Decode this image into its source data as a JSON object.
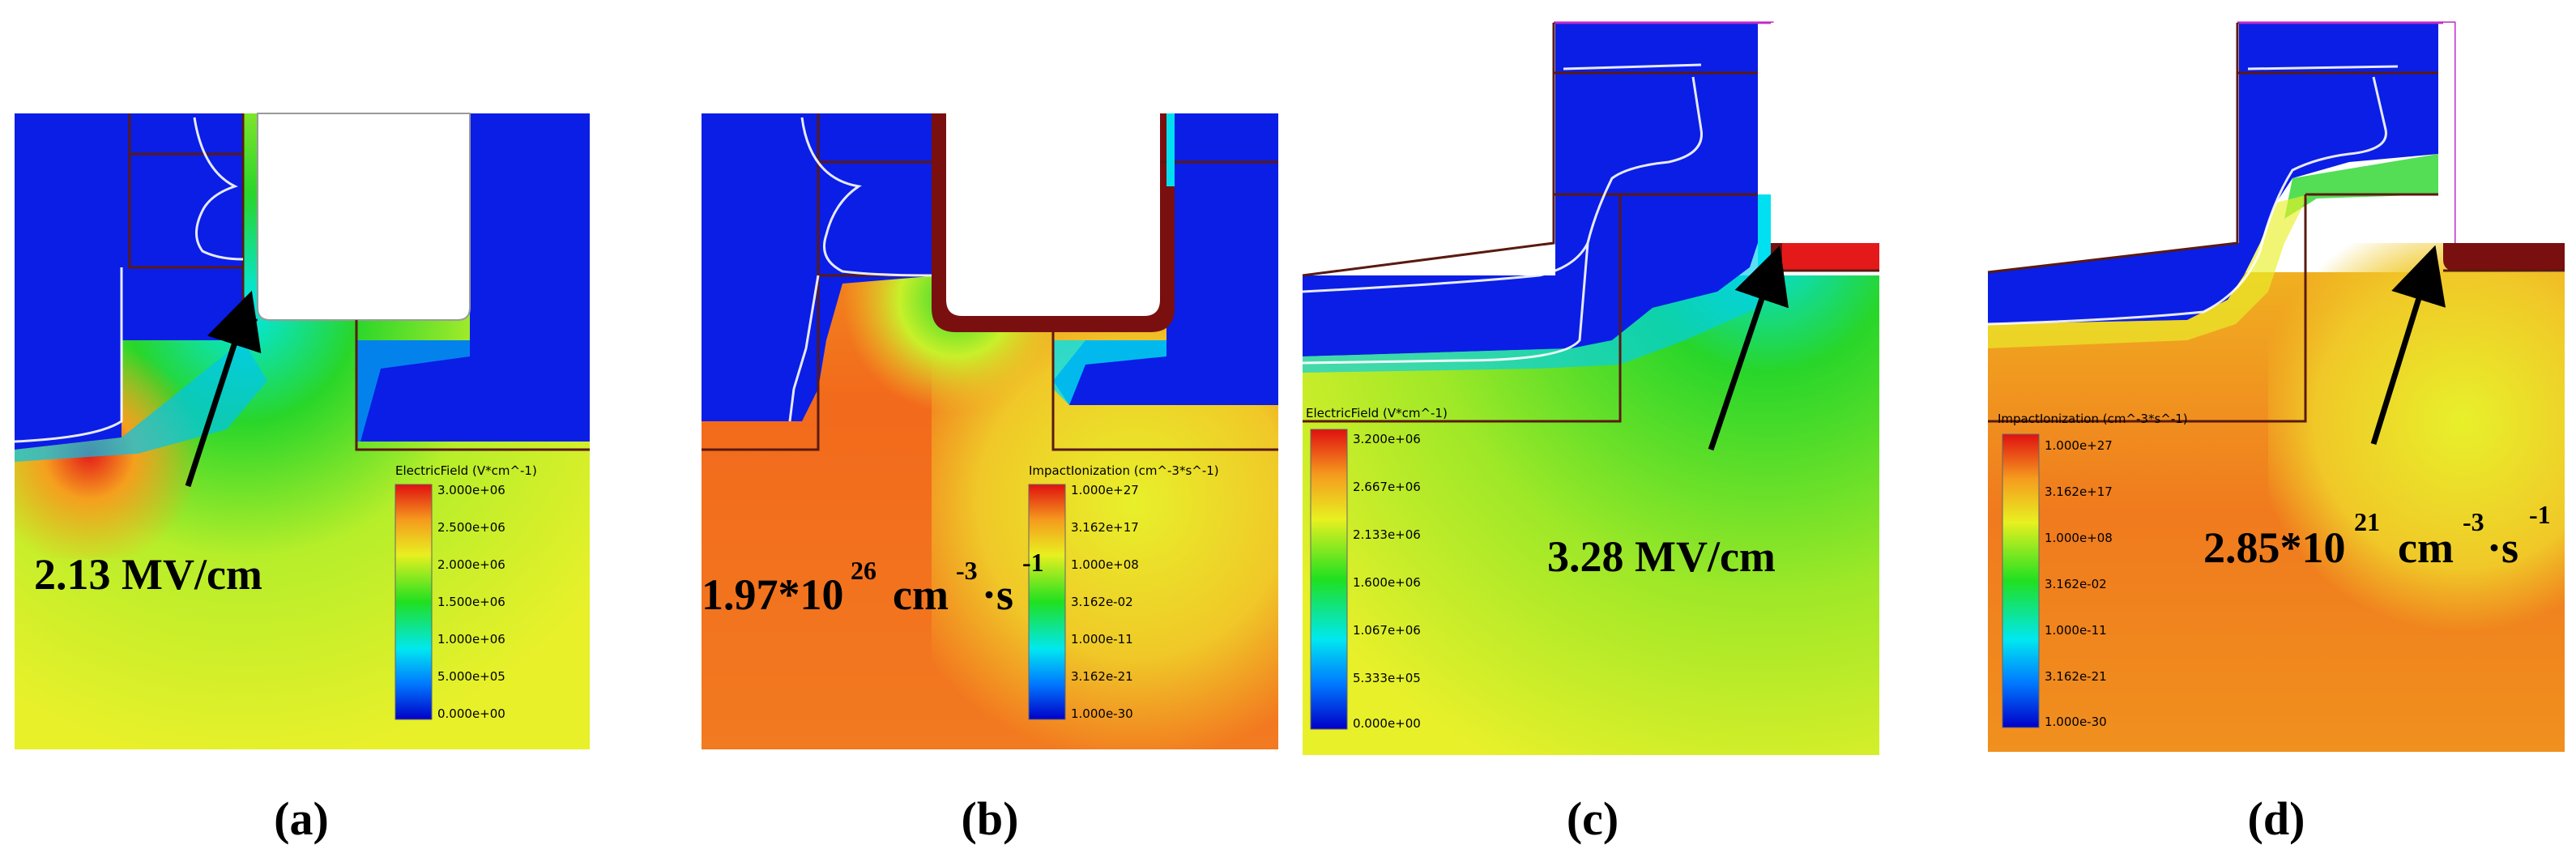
{
  "colors": {
    "blue": "#0a1ee6",
    "cyan": "#00e0f0",
    "green": "#28d62a",
    "yellow": "#e8f02a",
    "orange": "#f59f1e",
    "red_orange": "#f26a1c",
    "red": "#e41a1a",
    "dark_red": "#7a0f0f"
  },
  "panels": [
    {
      "id": "a",
      "caption": "(a)",
      "legend_title": "ElectricField (V*cm^-1)",
      "legend_ticks": [
        "3.000e+06",
        "2.500e+06",
        "2.000e+06",
        "1.500e+06",
        "1.000e+06",
        "5.000e+05",
        "0.000e+00"
      ],
      "annotation": {
        "text": "2.13 MV/cm"
      }
    },
    {
      "id": "b",
      "caption": "(b)",
      "legend_title": "ImpactIonization (cm^-3*s^-1)",
      "legend_ticks": [
        "1.000e+27",
        "3.162e+17",
        "1.000e+08",
        "3.162e-02",
        "1.000e-11",
        "3.162e-21",
        "1.000e-30"
      ],
      "annotation": {
        "base": "1.97*10",
        "exp1": "26",
        "unit": "cm",
        "exp2": "-3",
        "dot": "·s",
        "exp3": "-1"
      }
    },
    {
      "id": "c",
      "caption": "(c)",
      "legend_title": "ElectricField (V*cm^-1)",
      "legend_ticks": [
        "3.200e+06",
        "2.667e+06",
        "2.133e+06",
        "1.600e+06",
        "1.067e+06",
        "5.333e+05",
        "0.000e+00"
      ],
      "annotation": {
        "text": "3.28 MV/cm"
      }
    },
    {
      "id": "d",
      "caption": "(d)",
      "legend_title": "ImpactIonization (cm^-3*s^-1)",
      "legend_ticks": [
        "1.000e+27",
        "3.162e+17",
        "1.000e+08",
        "3.162e-02",
        "1.000e-11",
        "3.162e-21",
        "1.000e-30"
      ],
      "annotation": {
        "base": "2.85*10",
        "exp1": "21",
        "unit": "cm",
        "exp2": "-3",
        "dot": "·s",
        "exp3": "-1"
      }
    }
  ]
}
